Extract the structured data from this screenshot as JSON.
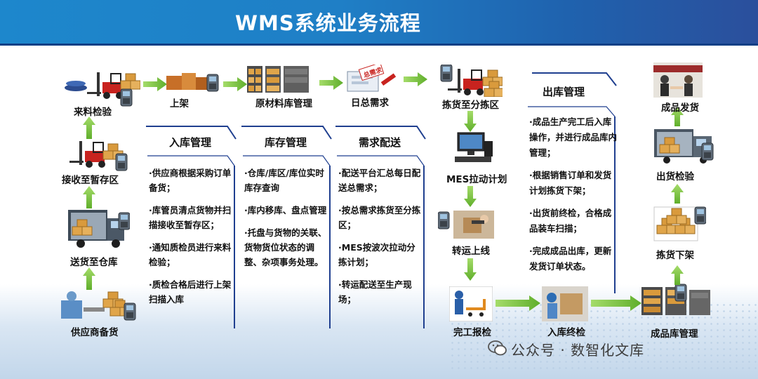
{
  "title": "WMS系统业务流程",
  "nodes": {
    "supplier": "供应商备货",
    "deliver": "送货至仓库",
    "receive_temp": "接收至暂存区",
    "incoming_check": "来料检验",
    "shelve": "上架",
    "raw_mgmt": "原材料库管理",
    "daily_demand": "日总需求",
    "pick_to_sort": "拣货至分拣区",
    "mes_pull": "MES拉动计划",
    "transfer_line": "转运上线",
    "finish_report": "完工报检",
    "inbound_inspect": "入库终检",
    "fg_mgmt": "成品库管理",
    "pick_down": "拣货下架",
    "ship_check": "出货检验",
    "fg_ship": "成品发货"
  },
  "daily_demand_tag": "总需求",
  "panels": [
    {
      "title": "入库管理",
      "items": [
        "·供应商根据采购订单备货；",
        "·库管员清点货物并扫描接收至暂存区；",
        "·通知质检员进行来料检验；",
        "·质检合格后进行上架扫描入库"
      ]
    },
    {
      "title": "库存管理",
      "items": [
        "·仓库/库区/库位实时库存查询",
        "·库内移库、盘点管理",
        "·托盘与货物的关联、货物货位状态的调整、杂项事务处理。"
      ]
    },
    {
      "title": "需求配送",
      "items": [
        "·配送平台汇总每日配送总需求；",
        "·按总需求拣货至分拣区；",
        "·MES按波次拉动分拣计划；",
        "·转运配送至生产现场；"
      ]
    }
  ],
  "outbound": {
    "title": "出库管理",
    "items": [
      "·成品生产完工后入库操作，并进行成品库内管理；",
      "·根据销售订单和发货计划拣货下架；",
      "·出货前终检，合格成品装车扫描；",
      "·完成成品出库，更新发货订单状态。"
    ]
  },
  "watermark": "公众号 · 数智化文库",
  "colors": {
    "title_band": "#1f7fc6",
    "arrow": "#7cc242",
    "panel_line": "#1f3f8f"
  }
}
